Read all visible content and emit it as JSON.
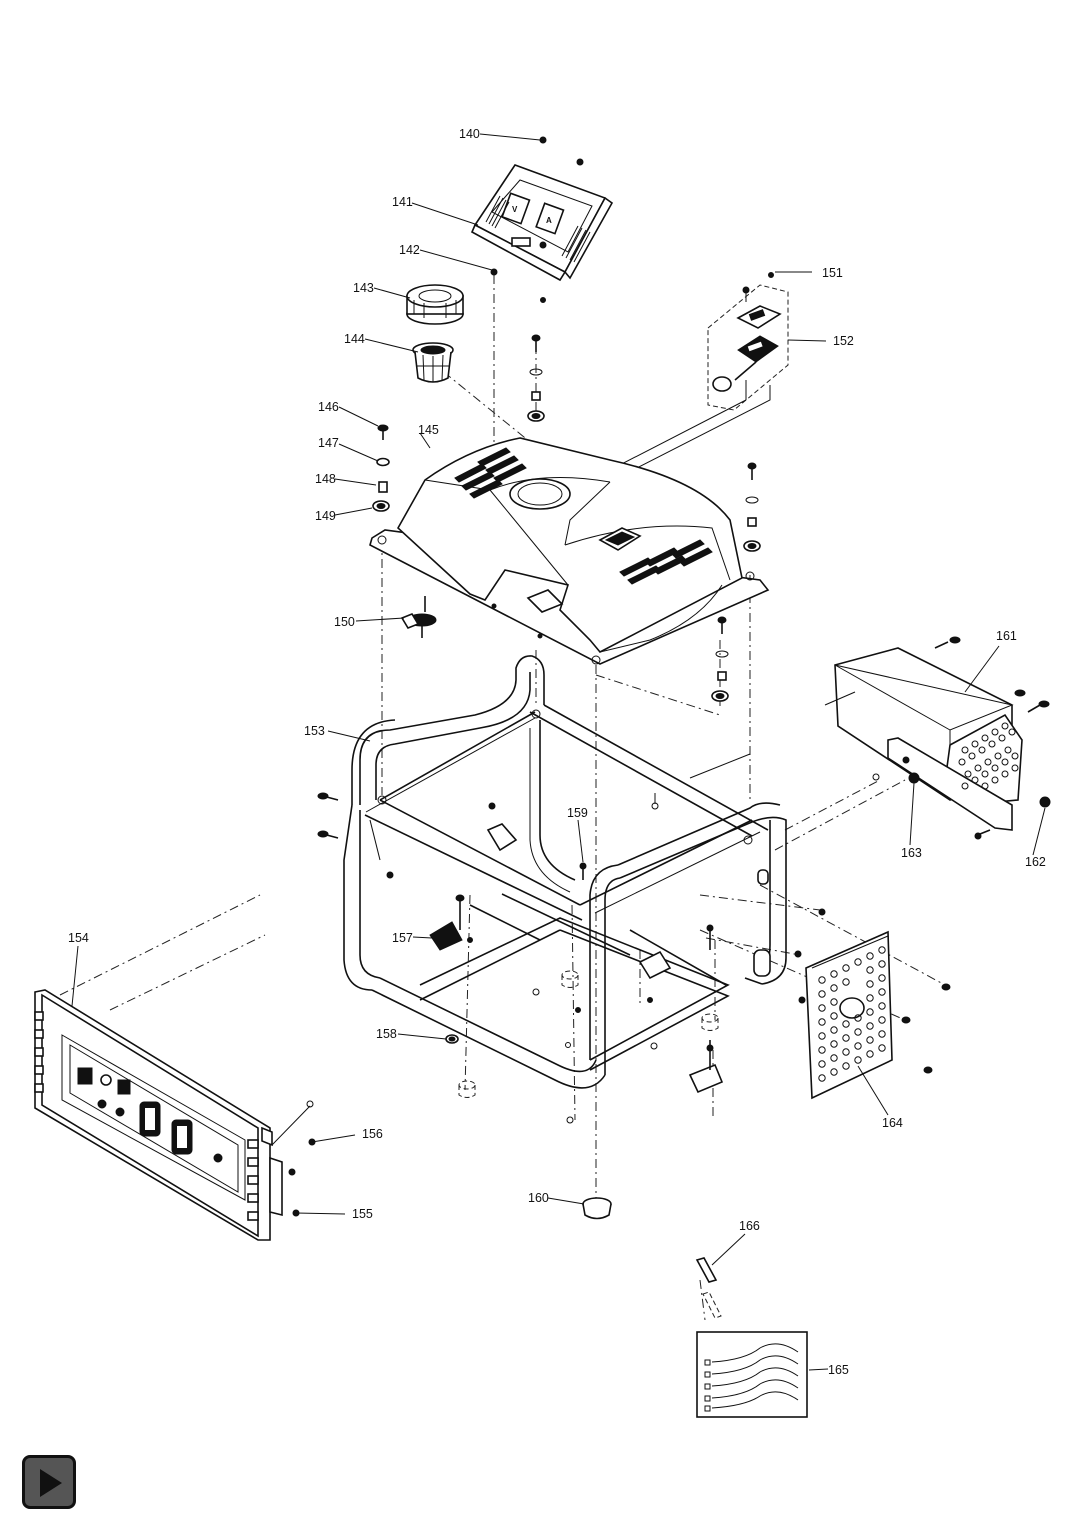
{
  "diagram": {
    "part_labels": {
      "p140": "140",
      "p141": "141",
      "p142": "142",
      "p143": "143",
      "p144": "144",
      "p145": "145",
      "p146": "146",
      "p147": "147",
      "p148": "148",
      "p149": "149",
      "p150": "150",
      "p151": "151",
      "p152": "152",
      "p153": "153",
      "p154": "154",
      "p155": "155",
      "p156": "156",
      "p157": "157",
      "p158": "158",
      "p159": "159",
      "p160": "160",
      "p161": "161",
      "p162": "162",
      "p163": "163",
      "p164": "164",
      "p165": "165",
      "p166": "166"
    },
    "meter_labels": {
      "volt": "V",
      "amp": "A"
    }
  },
  "controls": {
    "play_icon": "play-icon"
  },
  "colors": {
    "line": "#111111",
    "background": "#ffffff",
    "button": "#555555"
  }
}
